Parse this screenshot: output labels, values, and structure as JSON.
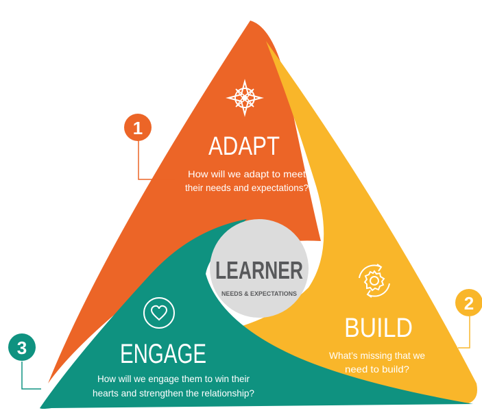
{
  "center": {
    "title": "LEARNER",
    "subtitle": "NEEDS & EXPECTATIONS"
  },
  "segments": [
    {
      "number": "1",
      "title": "ADAPT",
      "question_line1": "How will we adapt to meet",
      "question_line2": "their needs and expectations?",
      "icon": "compass-icon",
      "color": "#ec6527"
    },
    {
      "number": "2",
      "title": "BUILD",
      "question_line1": "What’s missing that we",
      "question_line2": "need to build?",
      "icon": "gear-cycle-icon",
      "color": "#f9b62a"
    },
    {
      "number": "3",
      "title": "ENGAGE",
      "question_line1": "How will we engage them to win their",
      "question_line2": "hearts and strengthen the relationship?",
      "icon": "heart-icon",
      "color": "#0f9280"
    }
  ],
  "colors": {
    "center_fill": "#dcdcdc",
    "center_text": "#58595b",
    "connector": "#ec6527"
  }
}
